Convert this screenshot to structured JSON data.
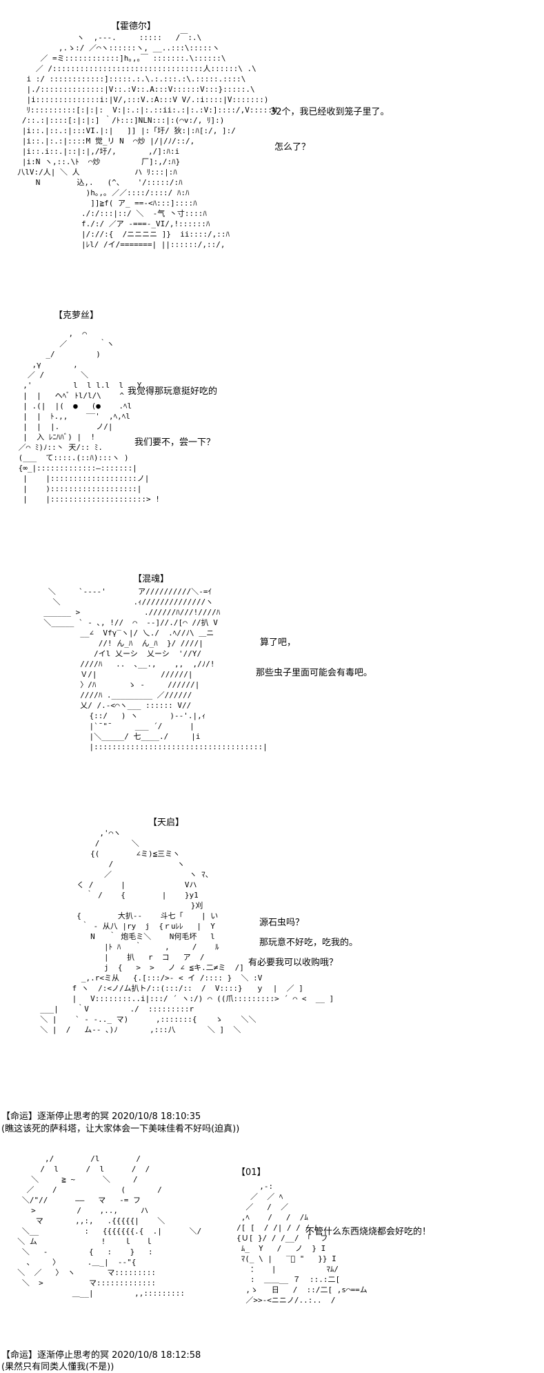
{
  "panels": [
    {
      "speaker": "【霍德尔】",
      "lines": [
        "32个，我已经收到笼子里了。",
        "怎么了？"
      ],
      "art": "               ヽ  ,---.     :::::   /￣:.\\\n           ,.ゝ:/ ／⌒ヽ::::::ヽ, __..:::\\:::::ヽ\n       ／ =ミ::::::::::::]h｡,｡￣ :::::::.\\::::::\\\n      ／ /:::::::::::::::::::::::::::::::::人::::::\\ .\\\n    i :/ ::::::::::::]:::::.:.\\.:.:::.:\\.:::::.::::\\\n    |./::::::::::::::|V::.:V::.A:::V::::::V:::}:::::.\\\n    |i::::::::::::::i:|V/,:::V.:A:::V V/.:i::::|V:::::::)\n    ﾘ::::::::::[:|:|:  V:|:.:|:.::ii:.:|:.:V:]::::/,V:::::N\n   /::.:|::::[:|:|:] ｀/ﾄ:::]NLN:::|:(⌒v:/, ﾘ]:)\n   |i::.|::.:|:::VI.|:|   ]] |:「圩/ 狄:|:ﾊ[:/, ]:/\n   |i::.|:.:|::::M 觉_リ N  ⌒炒 |/|/ﾉ/::/,\n   |i::.i::.|::|:|,/圩/,       ,/]:ﾊ:i\n   |i:N ヽ,::.\\ﾄ  ⌒炒         厂]:,/:ﾊ}\n  八lV:/人| ＼ 人            ハ ﾘ:::|:ﾊ\n      N        込,.   (^、   '/:::::/:ﾊ\n                 )h｡,｡ ／／::::/::::/ ﾊ:ﾊ\n                  ]]≧f( ア_ ==-<ﾊ:::]::::ﾊ\n                ./:/:::|::/ ＼  ‐气 丶寸::::ﾊ\n                f./:/ ／ア ‐===-_VI/,!::::::ﾊ\n                |/://:{  /ニニニニ ]}  ii::::/,::ﾊ\n                |ﾚl/ /イ/=======| ||::::::/,::/,"
    },
    {
      "speaker": "【克萝丝】",
      "lines": [
        "我觉得那玩意挺好吃的",
        "我们要不，尝一下？"
      ],
      "art": "            ,  ⌒\n          ／       ｀ヽ\n       _/         )\n    ,γ       ,\n   ／ /        ＼\n  ,'         l  l l.l  l   Y\n  |  |   ヘﾍﾞ ﾄl/l/\\    ^\n  | .(|  |(  ●   (●    .ﾍl\n  |  |  ﾄ.,,    ‾‾'  ,ﾍ,ﾍl\n  |  |  |.        ノ/|\n  |  入 ﾚﾆﾊﾊﾞ) |  !\n ／⌒ ﾐ)ﾉ::丶 天/:: ﾐ.\n (___  て::::.(::ﾊ):::ヽ )\n {∞_|:::::::::::::―:::::::|\n  |    |:::::::::::::::::::ノ|\n  |    ):::::::::::::::::::|\n  |    |:::::::::::::::::::::> !"
    },
    {
      "speaker": "【混魂】",
      "lines": [
        "算了吧，",
        "那些虫子里面可能会有毒吧。"
      ],
      "art": "   ＼     `‐‐‐-'       ア//////////＼‐=ｲ\n    ＼                .ｨ//////////////ヽ\n  ______ >              .//////ﾊ///!////ﾊ\n  ＼_____ ` ‐ ､, !//  ⌒  ‐‐]//./[⌒ //扒 V\n          __∠  Vfγ‾ヽ|/ 乀./  .ﾍ//ﾉ\\ ＿ニ\n              //! ん_ﾊ  ん_ﾊ  }/ ////|\n             /イl 乂ーシ  乂ーシ  '//Y/\n          ////ﾊ   ..  ､__.,    ,,  ,/ﾉ/!\n          Ｖ/|              //////|\n          〉/ﾊ       ゝ ‐     //////|\n          ////ﾊ ._________ ／//////\n          乂/ /.-<⌒ヽ___ :::::: V//\n            {::/   ) ヽ       )--'.|,ｨ\n            |`¯\"¯     ___ ´/      |\n            |＼_____/ 七____./     |i\n            |:::::::::::::::::::::::::::::::::::::|"
    },
    {
      "speaker": "【天启】",
      "lines": [
        "源石虫吗？",
        "那玩意不好吃，吃我的。",
        "有必要我可以收购哦？"
      ],
      "art": "               ,'⌒ヽ\n              /       ＼\n             {(        ∠ミ)≦三ミヽ\n                 /              ヽ\n                ／                 ヽ ﾏ、\n          く /      |             Vハ\n            ｀ /    {        |    }y1\n                                   }刈\n          {        大扒--    斗七「    | い\n           ｀ ‐ 从八 |ry  j  {ｒuﾚﾚ   |  Y\n             N   ｀ 炮毛ミ＼    N何毛坏   l\n                |ﾄ ﾊ   ｀     ,     /    ﾙ\n                |    扒   r  コ   ア  /\n                j  {   >  >   ノ ∠ ≦キ.二≠ミ  /]\n           _,.r<ミ从   {.[:::/>- < イ /:::: }  ＼ :V\n         f ヽ  /:<ノ/ム扒ト/::(:::/::  /  V::::}   ｙ  |  ／ ]\n         |   V::::::::..i|:::/ ´ ヽ:/) ⌒ ((爪:::::::::> ´ ⌒ <  __ ]\n  ___|    ｀V         ./  :::::::::r\n  ＼ |    ` ‐ -.._ マ)      ,:::::::{    ゝ    ＼＼\n  ＼ |  /   ム‐‐ ､)ﾉ       ,:::八       ＼ ]  ＼"
    },
    {
      "meta": "【命运】逐渐停止思考的冥 2020/10/8 18:10:35",
      "comment": "(瞧这该死的萨科塔，让大家体会一下美味佳肴不好吗(迫真))"
    },
    {
      "speaker": "【01】",
      "lines": [
        "不管什么东西烧烧都会好吃的！"
      ],
      "art_left": "        ,/        /l        /\n       /  l      /  l      /  /\n     ＼     ≧ ~      ＼     /\n    ／    /              (       /\n   ＼/\"//      ――   マ   ‐= フ\n     >         /    ,..,     ハ\n      マ       ,,:,   .{{{{{|    ＼\n   ＼__          :   {{{{{{{.{  .|      ＼/\n  ＼ ム              !    ｌ   ｌ\n   ＼   ‐         {   :    }   :\n    、    〉      .＿_|  ‐‐\"{\n  ＼  ／   〉 ヽ       マ:::::::::\n   ＼  >          マ:::::::::::::\n              ＿__|         ,,:::::::::",
      "art_right": "          ,-:\n        ／  ／ ﾍ\n       ／   /  ／\n      ,ﾍ    /   /  /ﾑ\n     /[ [  / /| / / / ﾑ\n     {Ｕ[ }/ / /__/ 「  フ\n      ﾑ_  Y   /   ノ  } I\n      ﾏ(_ \\ |   ‾ﾞ \"   }} I\n        ：   |           ﾏﾑ/\n        :  ＿＿__ ７  ::.:二[\n       ,ゝ   日   /  ::/二[ ,s⌒==ム\n       ／>>‐<ニニノ/..:..  /"
    },
    {
      "meta": "【命运】逐渐停止思考的冥 2020/10/8 18:12:58",
      "comment": "(果然只有同类人懂我(不是))"
    }
  ]
}
